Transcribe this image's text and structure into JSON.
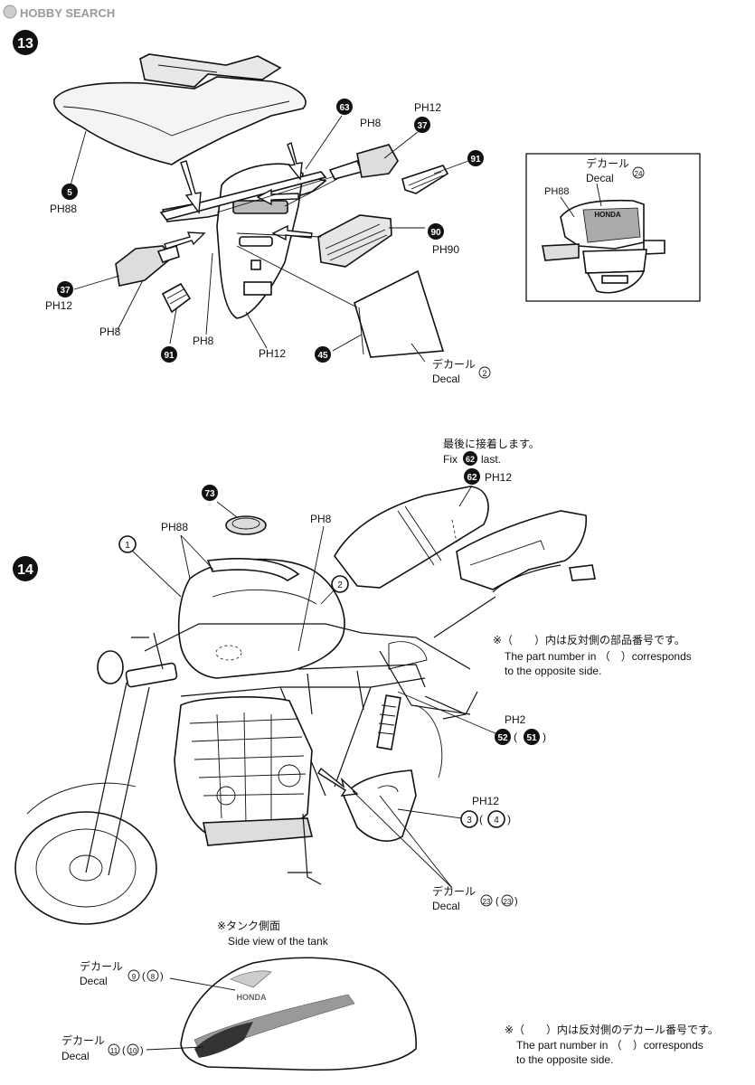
{
  "watermark": {
    "text": "HOBBY SEARCH"
  },
  "steps": [
    "13",
    "14"
  ],
  "step13": {
    "callouts": {
      "c63": "63",
      "c37a": "37",
      "c91a": "91",
      "c5": "5",
      "c90": "90",
      "c37b": "37",
      "c91b": "91",
      "c45": "45"
    },
    "paint": {
      "ph12_top": "PH12",
      "ph8_top": "PH8",
      "ph88": "PH88",
      "ph90": "PH90",
      "ph12_left": "PH12",
      "ph8_left": "PH8",
      "ph8_mid": "PH8",
      "ph12_mid": "PH12",
      "ph88_inset": "PH88"
    },
    "decal_jp": "デカール",
    "decal_en": "Decal",
    "decal_num": "2",
    "inset": {
      "decal_jp": "デカール",
      "decal_en": "Decal",
      "decal_num": "24",
      "brand": "HONDA"
    }
  },
  "step14": {
    "fix_jp": "最後に接着します。",
    "fix_en_pre": "Fix",
    "fix_en_num": "62",
    "fix_en_post": "last.",
    "c62": "62",
    "ph12_seat": "PH12",
    "c73": "73",
    "ph88": "PH88",
    "ph8": "PH8",
    "c1": "1",
    "c2": "2",
    "note_jp": "※（　　）内は反対側の部品番号です。",
    "note_en1": "The part number in （　）corresponds",
    "note_en2": "to the opposite side.",
    "ph2": "PH2",
    "c52": "52",
    "c51": "51",
    "ph12_cover": "PH12",
    "c3": "3",
    "c4": "4",
    "decal_jp": "デカール",
    "decal_en": "Decal",
    "decal_num": "23",
    "decal_num_opp": "23",
    "tank": {
      "heading_jp": "※タンク側面",
      "heading_en": "Side view of the tank",
      "decal1_jp": "デカール",
      "decal1_en": "Decal",
      "decal1_num": "9",
      "decal1_opp": "8",
      "decal2_jp": "デカール",
      "decal2_en": "Decal",
      "decal2_num": "11",
      "decal2_opp": "10",
      "brand": "HONDA"
    },
    "note2_jp": "※（　　）内は反対側のデカール番号です。",
    "note2_en1": "The part number in （　）corresponds",
    "note2_en2": "to the opposite side."
  }
}
